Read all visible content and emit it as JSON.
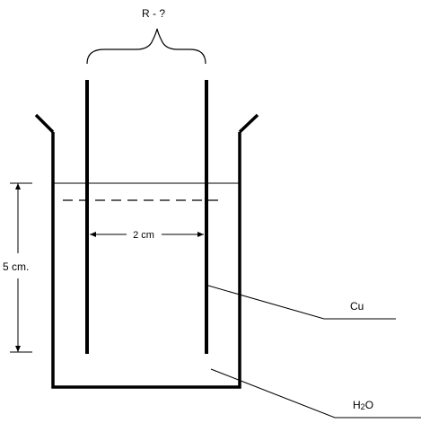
{
  "diagram": {
    "resistance_label": "R - ?",
    "distance_label": "2 cm",
    "height_label": "5 cm.",
    "electrode_label": "Cu",
    "liquid_label_main": "H",
    "liquid_label_sub": "2",
    "liquid_label_tail": "O"
  },
  "colors": {
    "ink": "#000000",
    "background": "#ffffff"
  }
}
